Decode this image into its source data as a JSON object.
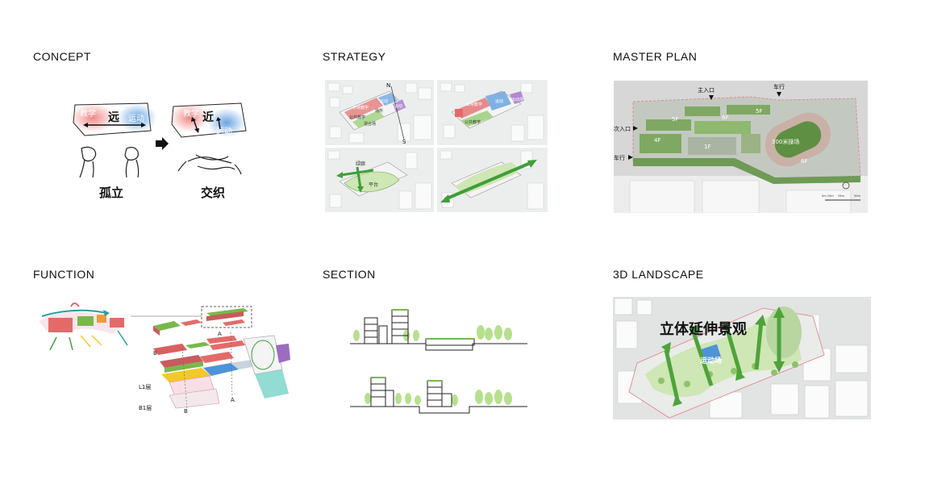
{
  "titles": {
    "concept": "CONCEPT",
    "strategy": "STRATEGY",
    "masterplan": "MASTER PLAN",
    "function": "FUNCTION",
    "section": "SECTION",
    "landscape": "3D LANDSCAPE"
  },
  "concept": {
    "left_box": {
      "teach": "教学",
      "far": "远",
      "sport": "运动"
    },
    "right_box": {
      "teach": "教学",
      "near": "近",
      "sport": "运动"
    },
    "left_caption": "孤立",
    "right_caption": "交织"
  },
  "strategy": {
    "north": "N",
    "south": "S",
    "p1_labels": [
      "日常教学",
      "运动",
      "公共教学",
      "运动",
      "场所",
      "混合场"
    ],
    "p2_labels": [
      "日常教学",
      "运动",
      "公共教学",
      "运动场"
    ],
    "p3_labels": [
      "绿廊",
      "平台"
    ]
  },
  "masterplan": {
    "main_entrance": "主入口",
    "car_top": "车行",
    "side_entrance": "次入口",
    "car_left": "车行",
    "floors": [
      "5F",
      "6F",
      "5F",
      "4F",
      "1F",
      "6F"
    ],
    "track": "300米操场",
    "scale": [
      "0m 10m",
      "25m",
      "50m"
    ]
  },
  "function": {
    "label_a_top": "A",
    "label_b_left": "B",
    "label_a_bottom": "A",
    "label_b_bottom": "B",
    "level_l1": "L1层",
    "level_b1": "B1层"
  },
  "landscape": {
    "headline": "立体延伸景观",
    "sport": "运动场"
  },
  "colors": {
    "red": "#e46a6a",
    "blue": "#4f93d8",
    "green": "#79b84a",
    "yellow": "#f2c928",
    "purple": "#9b6bc0",
    "pink": "#f3b8c6"
  }
}
